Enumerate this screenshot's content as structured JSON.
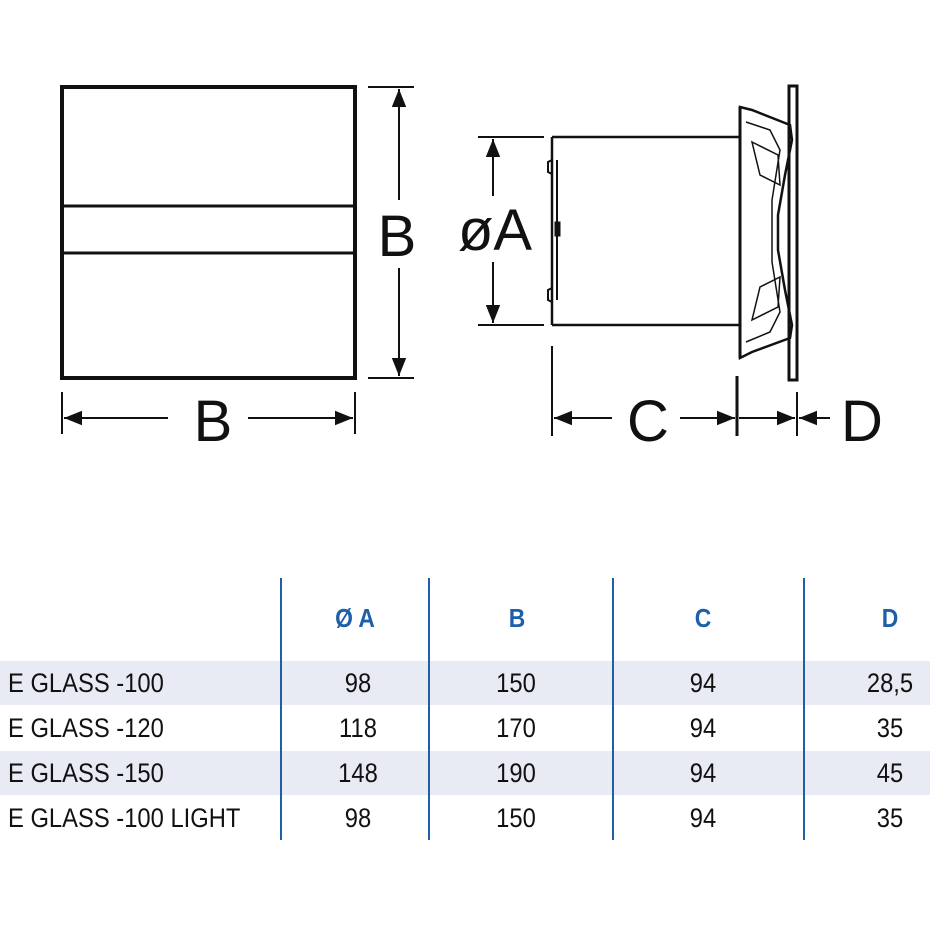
{
  "diagram": {
    "front_view": {
      "width_label": "B",
      "height_label": "B"
    },
    "side_view": {
      "diameter_label": "øA",
      "depth_label": "C",
      "plate_label": "D"
    }
  },
  "table": {
    "headers": [
      "",
      "Ø A",
      "B",
      "C",
      "D"
    ],
    "rows": [
      {
        "model": "E GLASS -100",
        "a": "98",
        "b": "150",
        "c": "94",
        "d": "28,5"
      },
      {
        "model": "E GLASS -120",
        "a": "118",
        "b": "170",
        "c": "94",
        "d": "35"
      },
      {
        "model": "E GLASS -150",
        "a": "148",
        "b": "190",
        "c": "94",
        "d": "45"
      },
      {
        "model": "E GLASS -100 LIGHT",
        "a": "98",
        "b": "150",
        "c": "94",
        "d": "35"
      }
    ]
  },
  "colors": {
    "header_text": "#1f5fa8",
    "row_shade": "#e8eaf4",
    "line": "#111111"
  }
}
